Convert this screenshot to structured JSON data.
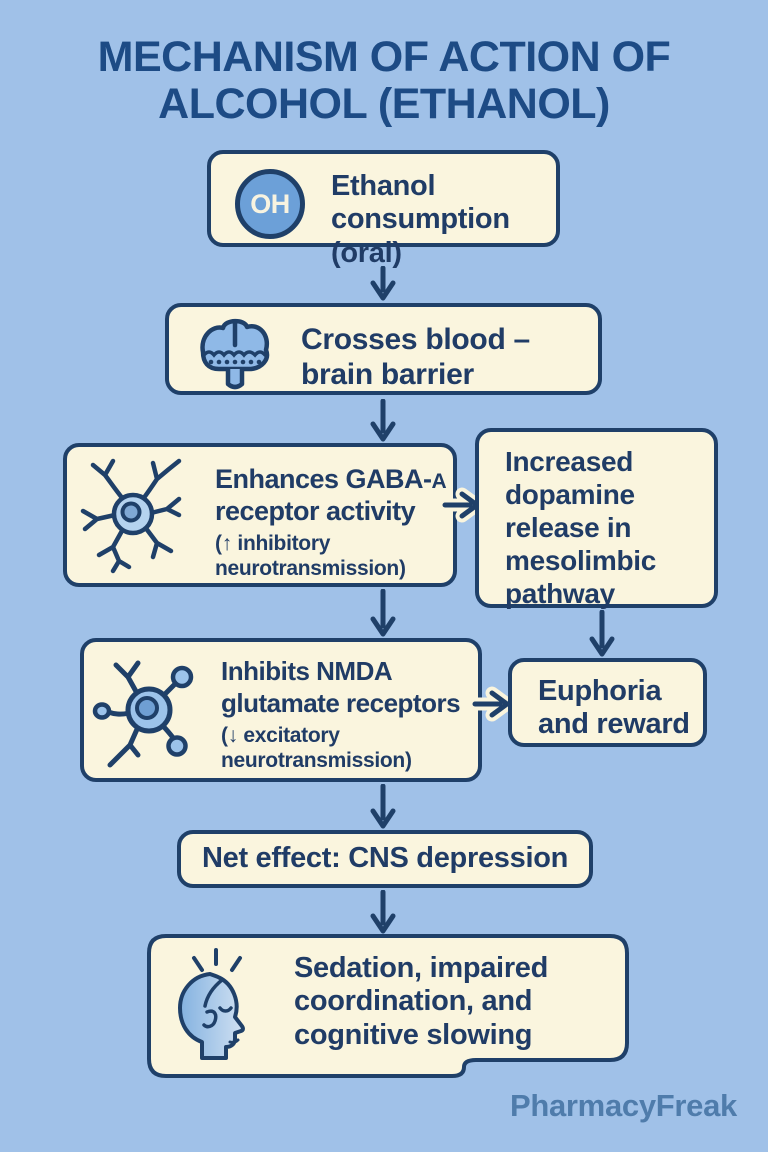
{
  "title": {
    "line1": "MECHANISM OF ACTION OF",
    "line2": "ALCOHOL (ETHANOL)"
  },
  "colors": {
    "background": "#a0c1e8",
    "box_fill": "#faf5de",
    "border": "#1f4069",
    "title": "#1d4b85",
    "text": "#203c66",
    "oh_fill": "#6ca0d8",
    "oh_text": "#f8f3e0",
    "watermark": "#4f7cab"
  },
  "icons": {
    "ethanol": "oh-molecule-icon",
    "bbb": "brain-icon",
    "gaba": "neuron-icon",
    "nmda": "neuron-icon-2",
    "sedation": "head-icon"
  },
  "steps": {
    "ethanol": {
      "badge": "OH",
      "lines": [
        "Ethanol",
        "consumption",
        "(oral)"
      ]
    },
    "bbb": {
      "lines": [
        "Crosses blood –",
        "brain barrier"
      ]
    },
    "gaba": {
      "title_prefix": "Enhances GABA-",
      "title_suffix": "A",
      "title_line2": "receptor activity",
      "sub_lines": [
        "(↑ inhibitory",
        "neurotransmission)"
      ]
    },
    "dopamine": {
      "lines": [
        "Increased",
        "dopamine",
        "release in",
        "mesolimbic",
        "pathway"
      ]
    },
    "nmda": {
      "lines": [
        "Inhibits NMDA",
        "glutamate receptors"
      ],
      "sub_lines": [
        "(↓ excitatory",
        "neurotransmission)"
      ]
    },
    "euphoria": {
      "lines": [
        "Euphoria",
        "and reward"
      ]
    },
    "net_effect": {
      "label": "Net effect: CNS depression"
    },
    "sedation": {
      "lines": [
        "Sedation, impaired",
        "coordination, and",
        "cognitive slowing"
      ]
    }
  },
  "watermark": "PharmacyFreak"
}
